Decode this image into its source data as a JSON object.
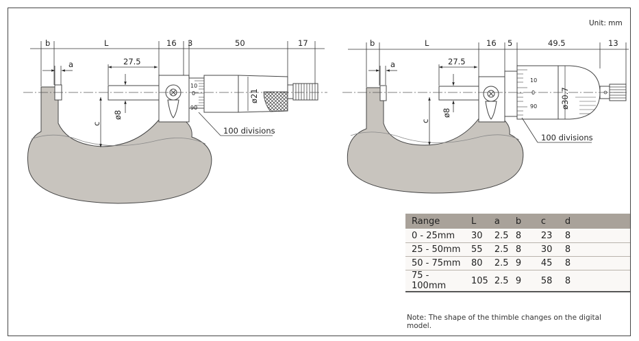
{
  "unit_label": "Unit: mm",
  "left_view": {
    "dims": {
      "b": "b",
      "L": "L",
      "d16": "16",
      "d3": "3",
      "d50": "50",
      "d17": "17",
      "a": "a",
      "d27": "27.5",
      "dia8": "ø8",
      "c": "c",
      "dia21": "ø21"
    },
    "scale": [
      "10",
      "0",
      "90"
    ],
    "divisions": "100 divisions"
  },
  "right_view": {
    "dims": {
      "b": "b",
      "L": "L",
      "d16": "16",
      "d5": "5",
      "d49": "49.5",
      "d13": "13",
      "a": "a",
      "d27": "27.5",
      "dia8": "ø8",
      "c": "c",
      "dia30": "ø30.7"
    },
    "scale": [
      "10",
      "0",
      "90"
    ],
    "divisions": "100 divisions"
  },
  "table": {
    "headers": [
      "Range",
      "L",
      "a",
      "b",
      "c",
      "d"
    ],
    "rows": [
      [
        "0 - 25mm",
        "30",
        "2.5",
        "8",
        "23",
        "8"
      ],
      [
        "25 - 50mm",
        "55",
        "2.5",
        "8",
        "30",
        "8"
      ],
      [
        "50 - 75mm",
        "80",
        "2.5",
        "9",
        "45",
        "8"
      ],
      [
        "75 - 100mm",
        "105",
        "2.5",
        "9",
        "58",
        "8"
      ]
    ]
  },
  "note": "Note: The shape of the thimble changes on the digital model."
}
